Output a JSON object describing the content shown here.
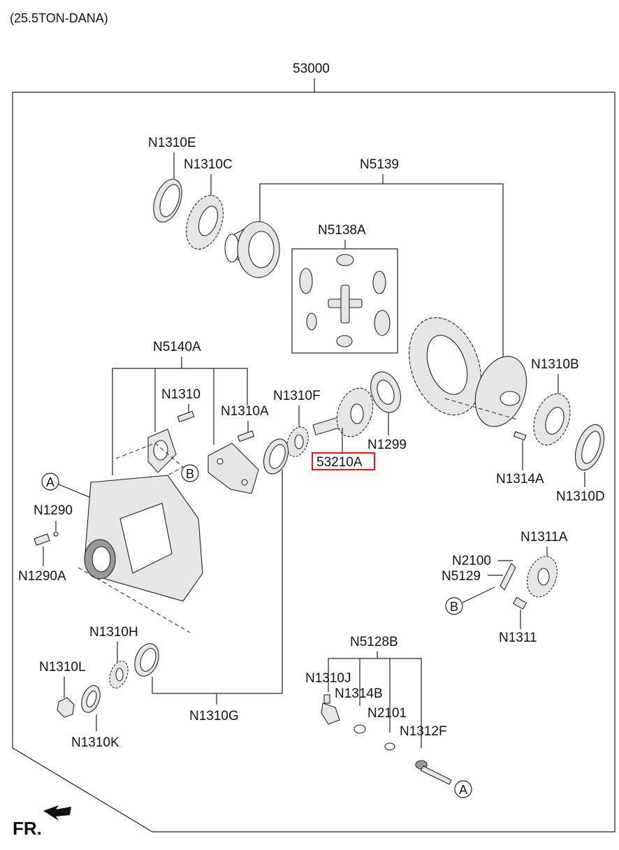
{
  "header": {
    "variant": "(25.5TON-DANA)"
  },
  "assembly": {
    "number": "53000"
  },
  "groups": {
    "n5139": "N5139",
    "n5138a": "N5138A",
    "n5140a": "N5140A",
    "n5128b": "N5128B",
    "n1310g": "N1310G"
  },
  "labels": {
    "n1310e": "N1310E",
    "n1310c": "N1310C",
    "n1310": "N1310",
    "n1310a": "N1310A",
    "n1310f": "N1310F",
    "n1299": "N1299",
    "n53210a": "53210A",
    "n1310b": "N1310B",
    "n1314a": "N1314A",
    "n1310d": "N1310D",
    "n1290": "N1290",
    "n1290a": "N1290A",
    "n1311a": "N1311A",
    "n2100": "N2100",
    "n5129": "N5129",
    "n1311": "N1311",
    "n1310h": "N1310H",
    "n1310l": "N1310L",
    "n1310k": "N1310K",
    "n1310j": "N1310J",
    "n1314b": "N1314B",
    "n2101": "N2101",
    "n1312f": "N1312F"
  },
  "callouts": {
    "a": "A",
    "b": "B"
  },
  "footer": {
    "front_marker": "FR."
  },
  "highlight": {
    "part": "53210A",
    "color": "#e0141c"
  }
}
